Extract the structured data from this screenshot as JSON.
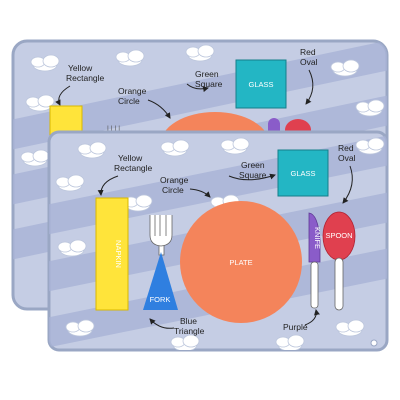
{
  "back_mat": {
    "labels": {
      "yellow_rectangle": [
        "Yellow",
        "Rectangle"
      ],
      "orange_circle": [
        "Orange",
        "Circle"
      ],
      "green_square": [
        "Green",
        "Square"
      ],
      "red_oval": [
        "Red",
        "Oval"
      ],
      "glass": "GLASS"
    }
  },
  "front_mat": {
    "labels": {
      "yellow_rectangle": [
        "Yellow",
        "Rectangle"
      ],
      "orange_circle": [
        "Orange",
        "Circle"
      ],
      "green_square": [
        "Green",
        "Square"
      ],
      "red_oval": [
        "Red",
        "Oval"
      ],
      "blue_triangle": [
        "Blue",
        "Triangle"
      ],
      "purple": "Purple"
    },
    "objects": {
      "napkin": "NAPKIN",
      "fork": "FORK",
      "plate": "PLATE",
      "knife": "KNIFE",
      "spoon": "SPOON",
      "glass": "GLASS"
    }
  },
  "colors": {
    "mat_border": "#9aa7c4",
    "mat_fill": "#c5cde4",
    "stripe": "#a7b3d6",
    "yellow": "#ffe43a",
    "orange": "#f4845b",
    "teal": "#23b6c4",
    "red": "#e0404f",
    "purple": "#8a5cc9",
    "blue": "#2f7fe0"
  }
}
